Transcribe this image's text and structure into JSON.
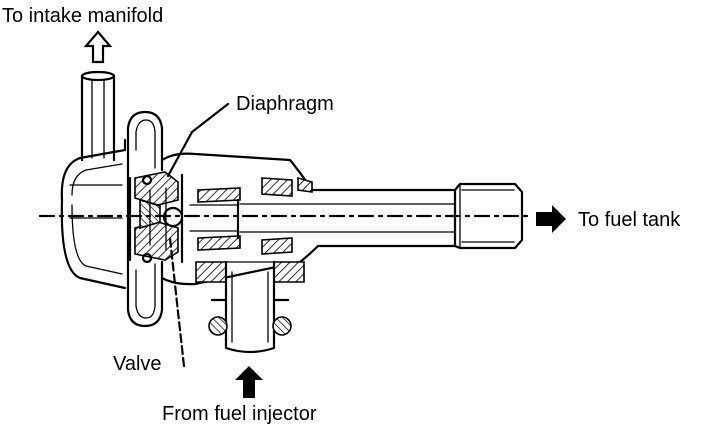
{
  "labels": {
    "intake": "To intake manifold",
    "diaphragm": "Diaphragm",
    "fuel_tank": "To fuel tank",
    "valve": "Valve",
    "injector": "From fuel injector"
  }
}
